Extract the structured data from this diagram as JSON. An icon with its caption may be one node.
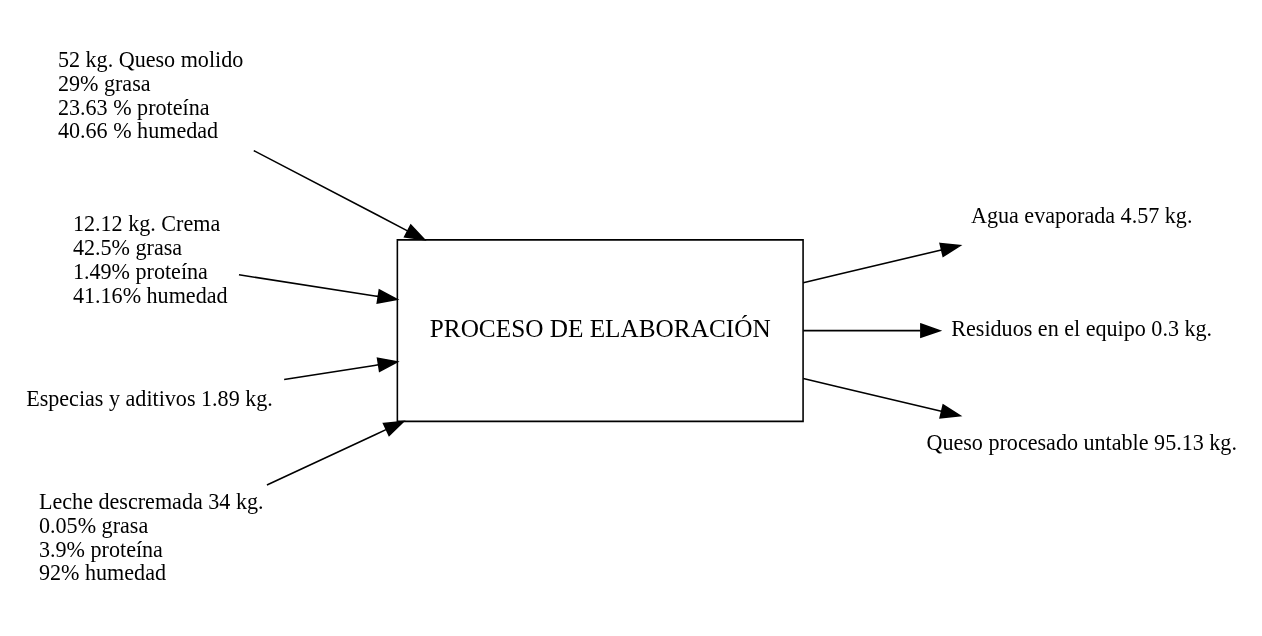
{
  "diagram": {
    "nodes": [
      {
        "text": [
          "PROCESO DE ELABORACIÓN"
        ]
      },
      {
        "text": [
          "Agua evaporada 4.57 kg."
        ]
      },
      {
        "text": [
          "Residuos en el equipo 0.3 kg."
        ]
      },
      {
        "text": [
          "52 kg. Queso molido",
          "29% grasa",
          "23.63 % proteína",
          "40.66 % humedad"
        ]
      },
      {
        "text": [
          "Queso procesado untable 95.13 kg."
        ]
      },
      {
        "text": [
          "12.12 kg. Crema",
          "42.5% grasa",
          "1.49% proteína",
          "41.16% humedad"
        ]
      },
      {
        "text": [
          "Especias y aditivos 1.89 kg."
        ]
      },
      {
        "text": [
          "Leche descremada 34 kg.",
          "0.05% grasa",
          "3.9% proteína",
          "92% humedad"
        ]
      }
    ],
    "edges": [
      {
        "from": 0,
        "to": 1,
        "arrow": "to"
      },
      {
        "from": 0,
        "to": 2,
        "arrow": "to"
      },
      {
        "from": 3,
        "to": 0,
        "arrow": "to"
      },
      {
        "from": 0,
        "to": 4,
        "arrow": "to"
      },
      {
        "from": 5,
        "to": 0,
        "arrow": "to"
      },
      {
        "from": 6,
        "to": 0,
        "arrow": "to"
      },
      {
        "from": 7,
        "to": 0,
        "arrow": "to"
      }
    ]
  }
}
